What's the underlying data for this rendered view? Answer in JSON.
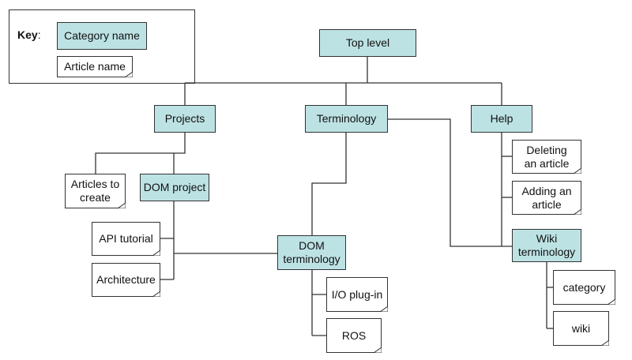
{
  "key": {
    "label": "Key",
    "colon": ":",
    "category_example": "Category name",
    "article_example": "Article name"
  },
  "colors": {
    "category_fill": "#bde2e4",
    "article_fill": "#ffffff",
    "line": "#333333"
  },
  "nodes": {
    "top_level": "Top level",
    "projects": "Projects",
    "terminology": "Terminology",
    "help": "Help",
    "articles_to_create": "Articles to create",
    "dom_project": "DOM project",
    "api_tutorial": "API tutorial",
    "architecture": "Architecture",
    "dom_terminology": "DOM terminology",
    "io_plugin": "I/O plug-in",
    "ros": "ROS",
    "deleting_article": "Deleting an article",
    "adding_article": "Adding an article",
    "wiki_terminology": "Wiki terminology",
    "category": "category",
    "wiki": "wiki"
  },
  "edges": [
    [
      "top_level",
      "projects"
    ],
    [
      "top_level",
      "terminology"
    ],
    [
      "top_level",
      "help"
    ],
    [
      "projects",
      "articles_to_create"
    ],
    [
      "projects",
      "dom_project"
    ],
    [
      "dom_project",
      "api_tutorial"
    ],
    [
      "dom_project",
      "architecture"
    ],
    [
      "dom_project",
      "dom_terminology"
    ],
    [
      "terminology",
      "dom_terminology"
    ],
    [
      "terminology",
      "wiki_terminology"
    ],
    [
      "dom_terminology",
      "io_plugin"
    ],
    [
      "dom_terminology",
      "ros"
    ],
    [
      "help",
      "deleting_article"
    ],
    [
      "help",
      "adding_article"
    ],
    [
      "help",
      "wiki_terminology"
    ],
    [
      "wiki_terminology",
      "category"
    ],
    [
      "wiki_terminology",
      "wiki"
    ]
  ]
}
